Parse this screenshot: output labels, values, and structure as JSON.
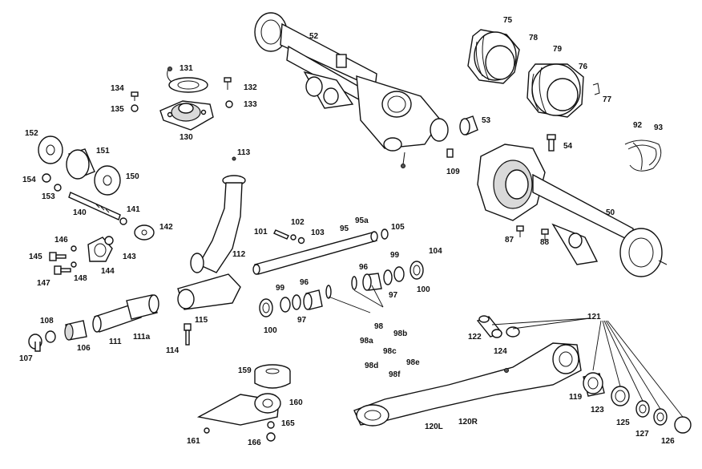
{
  "labels": {
    "l52": "52",
    "l75": "75",
    "l78": "78",
    "l79": "79",
    "l76": "76",
    "l77": "77",
    "l131": "131",
    "l134": "134",
    "l132": "132",
    "l135": "135",
    "l133": "133",
    "l130": "130",
    "l53": "53",
    "l92": "92",
    "l93": "93",
    "l54": "54",
    "l113": "113",
    "l152": "152",
    "l151": "151",
    "l150": "150",
    "l154": "154",
    "l153": "153",
    "l109": "109",
    "l50": "50",
    "l140": "140",
    "l141": "141",
    "l142": "142",
    "l95a": "95a",
    "l101": "101",
    "l102": "102",
    "l103": "103",
    "l95": "95",
    "l105": "105",
    "l87": "87",
    "l88": "88",
    "l146": "146",
    "l145": "145",
    "l143": "143",
    "l144": "144",
    "l147": "147",
    "l148": "148",
    "l112": "112",
    "l104": "104",
    "l99a": "99",
    "l96a": "96",
    "l97a": "97",
    "l100a": "100",
    "l99b": "99",
    "l96b": "96",
    "l97b": "97",
    "l100b": "100",
    "l98": "98",
    "l98b": "98b",
    "l98a": "98a",
    "l98c": "98c",
    "l98d": "98d",
    "l98e": "98e",
    "l98f": "98f",
    "l108": "108",
    "l115": "115",
    "l111": "111",
    "l111a": "111a",
    "l114": "114",
    "l106": "106",
    "l107": "107",
    "l121": "121",
    "l122": "122",
    "l124": "124",
    "l119": "119",
    "l123": "123",
    "l125": "125",
    "l127": "127",
    "l126": "126",
    "l159": "159",
    "l160": "160",
    "l165": "165",
    "l161": "161",
    "l166": "166",
    "l120L": "120L",
    "l120R": "120R"
  }
}
